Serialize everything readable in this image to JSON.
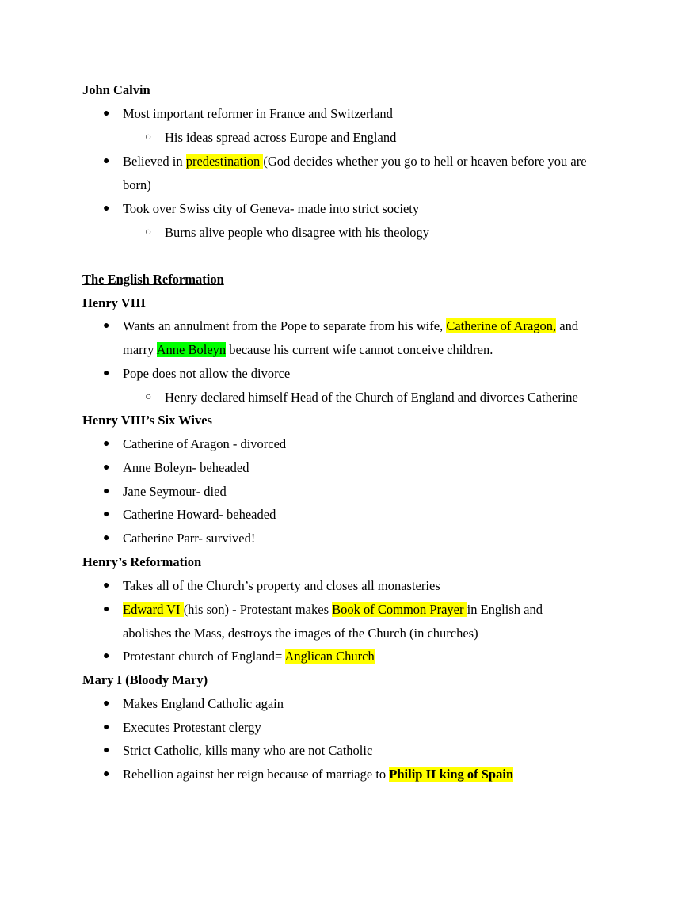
{
  "colors": {
    "highlight_yellow": "#ffff00",
    "highlight_green": "#00ff00"
  },
  "icons": {
    "bullet": "●",
    "sub_bullet": "○"
  },
  "calvin": {
    "heading": "John Calvin",
    "b1": "Most important reformer in France and Switzerland",
    "b1_sub": "His ideas spread across Europe and England",
    "b2_pre": "Believed in ",
    "b2_hl": "predestination ",
    "b2_post": " (God decides whether you go to hell or heaven before you are",
    "b2_cont": "born)",
    "b3": "Took over Swiss city of Geneva- made into strict society",
    "b3_sub": "Burns alive people who disagree with his theology"
  },
  "english_reformation": {
    "title": "The English Reformation"
  },
  "henry": {
    "heading": "Henry VIII",
    "b1_pre": "Wants an annulment from the Pope to separate from his wife, ",
    "b1_hl": "Catherine of Aragon,",
    "b1_post": " and",
    "b1_cont_pre": "marry ",
    "b1_cont_hl": "Anne Boleyn",
    "b1_cont_post": " because his current wife cannot conceive children.",
    "b2": "Pope does not allow the divorce",
    "b2_sub": "Henry declared himself Head of the Church of England and divorces Catherine"
  },
  "wives": {
    "heading": "Henry VIII’s Six Wives",
    "items": [
      "Catherine of Aragon - divorced",
      "Anne Boleyn- beheaded",
      "Jane Seymour- died",
      "Catherine Howard- beheaded",
      "Catherine Parr- survived!"
    ]
  },
  "reformation": {
    "heading": "Henry’s Reformation",
    "b1": "Takes all of the Church’s property and closes all monasteries",
    "b2_hl1": "Edward VI ",
    "b2_mid": "(his son) - Protestant makes ",
    "b2_hl2": "Book of Common Prayer ",
    "b2_post": "in English and",
    "b2_cont": "abolishes the Mass, destroys the images of the Church (in churches)",
    "b3_pre": "Protestant church of England= ",
    "b3_hl": "Anglican Church"
  },
  "mary": {
    "heading": "Mary I (Bloody Mary)",
    "items": [
      "Makes England Catholic again",
      "Executes Protestant clergy",
      "Strict Catholic, kills many who are not Catholic"
    ],
    "b4_pre": "Rebellion against her reign because of marriage to ",
    "b4_hl": "Philip II king of Spain"
  }
}
